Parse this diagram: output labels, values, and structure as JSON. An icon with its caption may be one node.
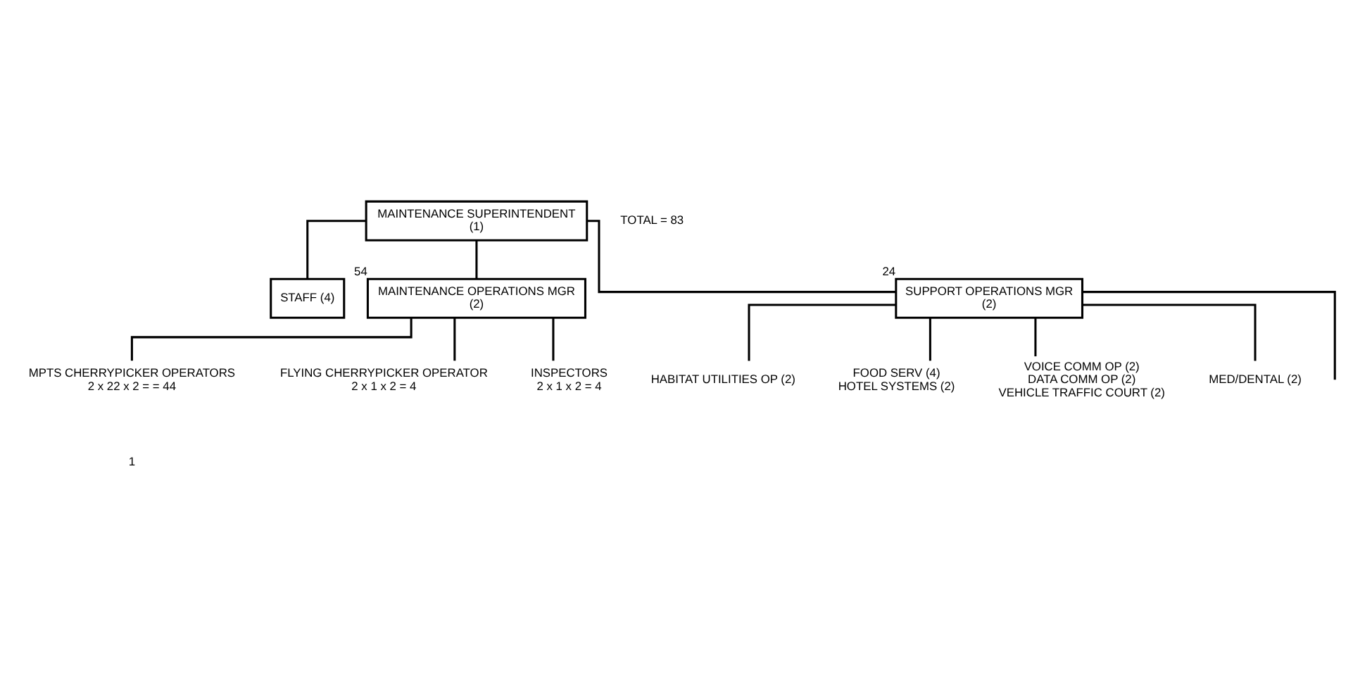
{
  "diagram": {
    "nodes": [
      {
        "text": [
          "MAINTENANCE SUPERINTENDENT",
          "(1)"
        ]
      },
      {
        "text": [
          "STAFF (4)"
        ]
      },
      {
        "text": [
          "MAINTENANCE OPERATIONS MGR",
          "(2)"
        ],
        "beside": [
          "54"
        ]
      },
      {
        "text": [
          "SUPPORT OPERATIONS MGR",
          "(2)"
        ],
        "beside": [
          "24"
        ]
      },
      {
        "text": [
          "MPTS CHERRYPICKER OPERATORS",
          "2 x 22 x 2 = = 44"
        ]
      },
      {
        "text": [
          "FLYING CHERRYPICKER OPERATOR",
          "2 x 1 x 2 = 4"
        ]
      },
      {
        "text": [
          "INSPECTORS",
          "2 x 1 x 2 = 4"
        ]
      },
      {
        "text": [
          "HABITAT UTILITIES OP (2)"
        ]
      },
      {
        "text": [
          "FOOD SERV (4)",
          "HOTEL SYSTEMS (2)"
        ]
      },
      {
        "text": [
          "VOICE COMM OP (2)",
          "DATA COMM OP (2)",
          "VEHICLE TRAFFIC COURT (2)"
        ]
      },
      {
        "text": [
          "MED/DENTAL (2)"
        ]
      }
    ],
    "edges": [
      {
        "from": 0,
        "to": 1,
        "arrow": "none"
      },
      {
        "from": 0,
        "to": 2,
        "arrow": "none"
      },
      {
        "from": 0,
        "to": 3,
        "arrow": "none"
      },
      {
        "from": 2,
        "to": 4,
        "arrow": "none"
      },
      {
        "from": 2,
        "to": 5,
        "arrow": "none"
      },
      {
        "from": 2,
        "to": 6,
        "arrow": "none"
      },
      {
        "from": 3,
        "to": 7,
        "arrow": "none"
      },
      {
        "from": 3,
        "to": 8,
        "arrow": "none"
      },
      {
        "from": 3,
        "to": 9,
        "arrow": "none"
      },
      {
        "from": 3,
        "to": 10,
        "arrow": "none"
      },
      {
        "from": 3,
        "to": null,
        "arrow": "none"
      }
    ],
    "labels": [
      "TOTAL = 83",
      "1"
    ]
  }
}
